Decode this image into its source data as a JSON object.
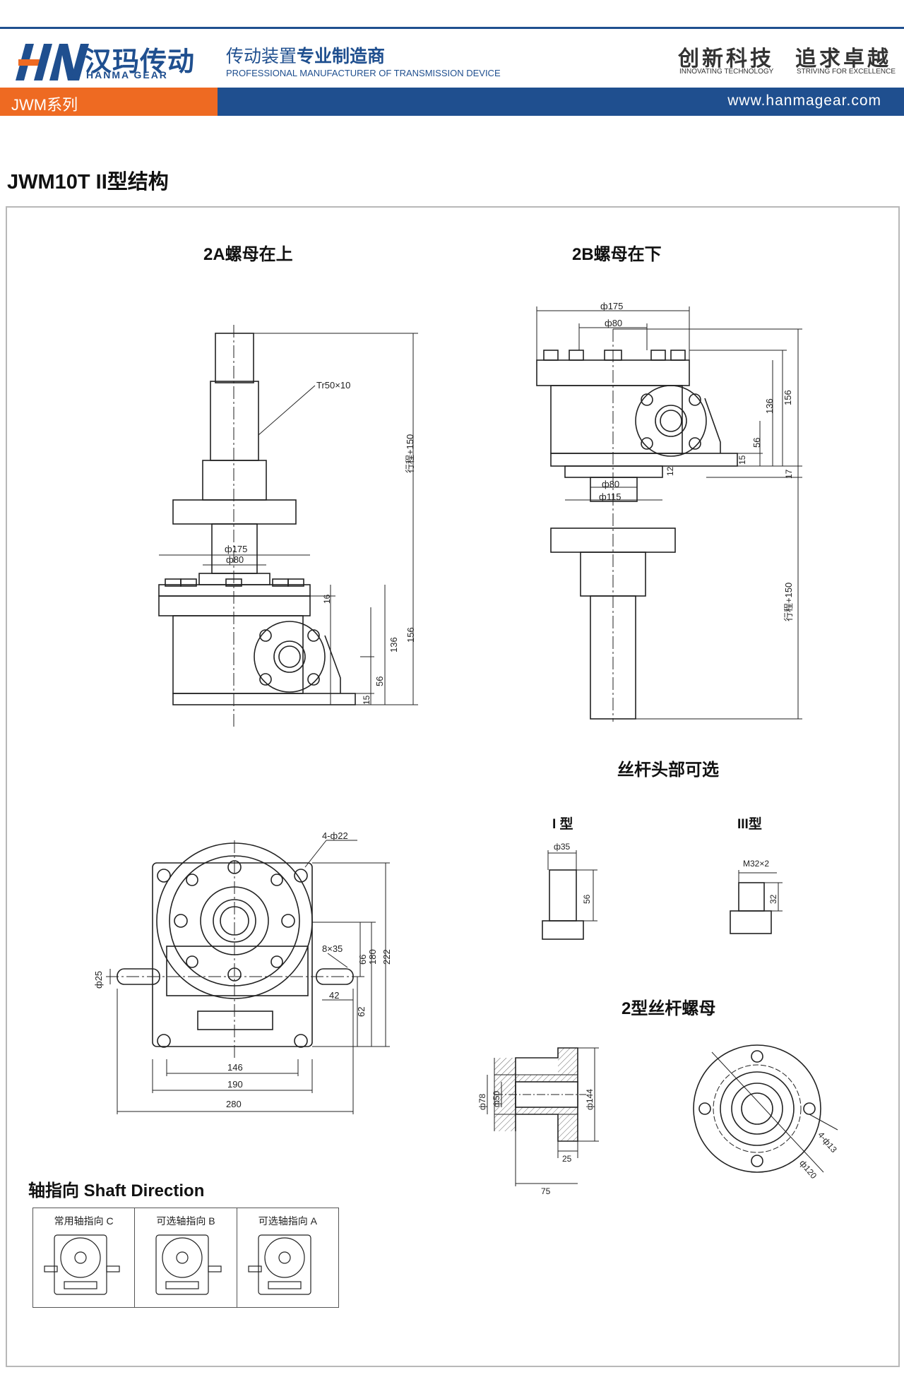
{
  "header": {
    "logo_cn": "汉玛传动",
    "logo_en": "HANMA GEAR",
    "tagline_cn_a": "传动装置",
    "tagline_cn_b": "专业制造商",
    "tagline_en": "PROFESSIONAL MANUFACTURER OF TRANSMISSION DEVICE",
    "slogan1_cn": "创新科技",
    "slogan1_en": "INNOVATING TECHNOLOGY",
    "slogan2_cn": "追求卓越",
    "slogan2_en": "STRIVING FOR EXCELLENCE",
    "series": "JWM系列",
    "website": "www.hanmagear.com"
  },
  "page_title": "JWM10T II型结构",
  "sections": {
    "view_2a": "2A螺母在上",
    "view_2b": "2B螺母在下",
    "head_options": "丝杆头部可选",
    "type_1": "I 型",
    "type_3": "III型",
    "nut_type2": "2型丝杆螺母",
    "shaft_direction": "轴指向 Shaft Direction"
  },
  "dims_2a": {
    "screw": "Tr50×10",
    "stroke": "行程+150",
    "d175": "ф175",
    "d80": "ф80",
    "h16": "16",
    "h136": "136",
    "h156": "156",
    "h56": "56",
    "h15": "15"
  },
  "dims_2b": {
    "d175": "ф175",
    "d80": "ф80",
    "h136": "136",
    "h156": "156",
    "h56": "56",
    "h15": "15",
    "h12": "12",
    "h17": "17",
    "d80b": "ф80",
    "d115": "ф115",
    "stroke": "行程+150"
  },
  "dims_plan": {
    "holes": "4-ф22",
    "key": "8×35",
    "shaft": "ф25",
    "h66": "66",
    "h180": "180",
    "h222": "222",
    "w42": "42",
    "h62": "62",
    "w146": "146",
    "w190": "190",
    "w280": "280"
  },
  "dims_heads": {
    "d35": "ф35",
    "l56": "56",
    "m32": "M32×2",
    "l32": "32"
  },
  "dims_nut": {
    "d78": "ф78",
    "d50": "ф50",
    "d144": "ф144",
    "w25": "25",
    "w75": "75",
    "holes": "4-ф13",
    "pcd": "ф120"
  },
  "shaft_direction": {
    "options": [
      "常用轴指向 C",
      "可选轴指向 B",
      "可选轴指向 A"
    ]
  },
  "colors": {
    "brand_blue": "#1f4f8f",
    "brand_orange": "#ee6a22"
  }
}
